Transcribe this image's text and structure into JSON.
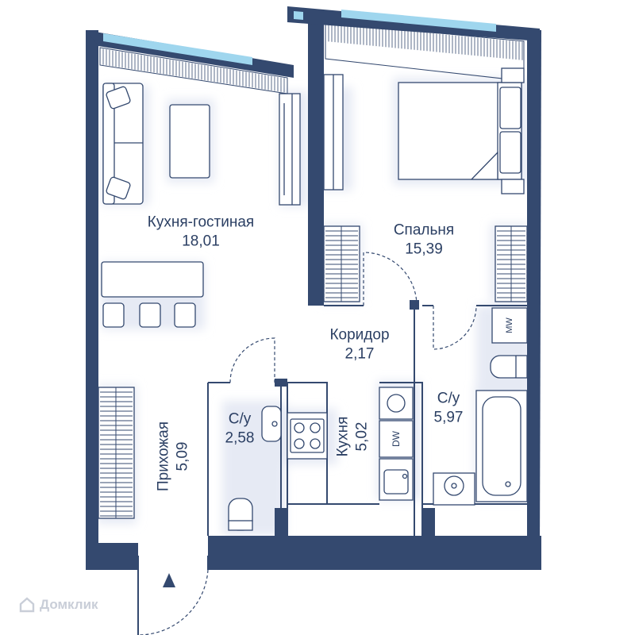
{
  "colors": {
    "wall": "#34496f",
    "line": "#34496f",
    "glass": "#9fd6ee",
    "text": "#2b3f63",
    "glow": "#e6eaf4"
  },
  "rooms": [
    {
      "id": "living",
      "name": "Кухня-гостиная",
      "area": "18,01"
    },
    {
      "id": "bedroom",
      "name": "Спальня",
      "area": "15,39"
    },
    {
      "id": "corridor",
      "name": "Коридор",
      "area": "2,17"
    },
    {
      "id": "bath1",
      "name": "С/у",
      "area": "2,58"
    },
    {
      "id": "kitchen",
      "name": "Кухня",
      "area": "5,02"
    },
    {
      "id": "bath2",
      "name": "С/у",
      "area": "5,97"
    },
    {
      "id": "hall",
      "name": "Прихожая",
      "area": "5,09"
    }
  ],
  "appliance_labels": {
    "microwave": "MW",
    "dishwasher": "DW"
  },
  "watermark": {
    "text": "Домклик",
    "icon": "house-logo-icon"
  }
}
